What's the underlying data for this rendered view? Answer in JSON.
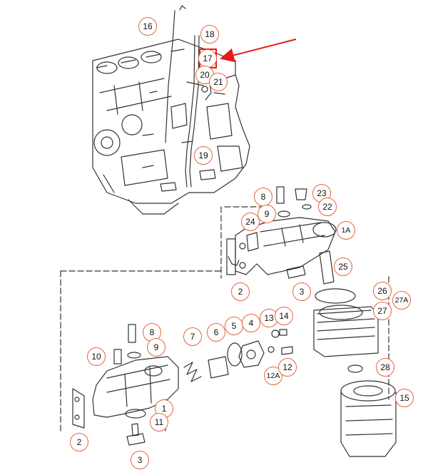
{
  "colors": {
    "callout_border": "#e8643c",
    "highlight": "#e31b1b",
    "line": "#333333"
  },
  "highlighted_part": "17",
  "callouts": [
    "16",
    "18",
    "17",
    "20",
    "21",
    "19",
    "8",
    "23",
    "22",
    "9",
    "24",
    "1A",
    "25",
    "2",
    "3",
    "26",
    "27A",
    "27",
    "13",
    "14",
    "12A",
    "12",
    "28",
    "15",
    "8",
    "9",
    "10",
    "7",
    "6",
    "5",
    "4",
    "1",
    "11",
    "2",
    "3"
  ]
}
